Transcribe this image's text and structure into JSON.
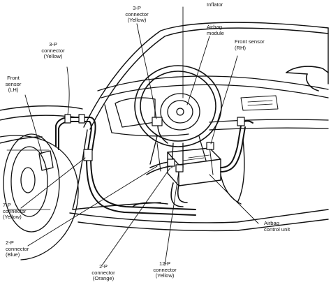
{
  "labels": {
    "inflator": "Inflator",
    "connector_3p_top": "3-P\nconnector\n(Yellow)",
    "airbag_module": "Airbag\nmodule",
    "connector_3p_left": "3-P\nconnector\n(Yellow)",
    "front_sensor_rh": "Front sensor\n(RH)",
    "front_sensor_lh": "Front\nsensor\n(LH)",
    "connector_7p": "7-P\nconnector\n(Yellow)",
    "connector_2p_blue": "2-P\nconnector\n(Blue)",
    "connector_2p_orange": "2-P\nconnector\n(Orange)",
    "connector_12p": "12-P\nconnector\n(Yellow)",
    "airbag_control_unit": "Airbag\ncontrol unit"
  },
  "colors": {
    "ink": "#111111",
    "paper": "#ffffff"
  }
}
